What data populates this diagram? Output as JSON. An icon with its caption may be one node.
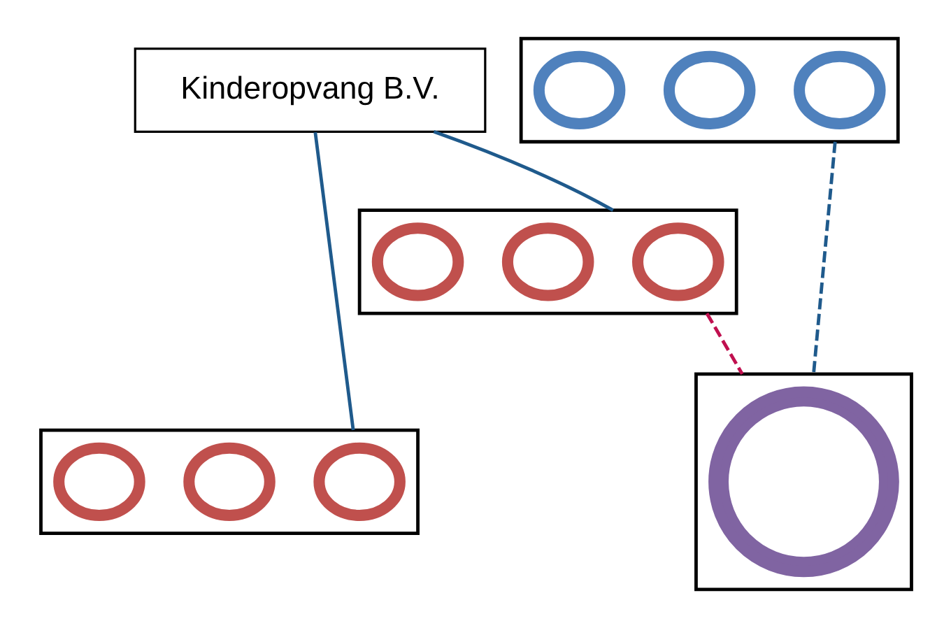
{
  "diagram": {
    "nodes": [
      {
        "text": [
          "Kinderopvang B.V."
        ]
      },
      {
        "text": [],
        "shape": "triangle"
      },
      {
        "text": [],
        "shape": "circle",
        "in": 1
      },
      {
        "text": [],
        "shape": "circle",
        "in": 1
      },
      {
        "text": [],
        "shape": "circle",
        "in": 1
      },
      {
        "text": [],
        "shape": "box"
      },
      {
        "text": [],
        "shape": "circle",
        "in": 5
      },
      {
        "text": [],
        "shape": "circle",
        "in": 5
      },
      {
        "text": [],
        "shape": "circle",
        "in": 5
      },
      {
        "text": [],
        "shape": "box"
      },
      {
        "text": [],
        "shape": "circle",
        "in": 9
      },
      {
        "text": [],
        "shape": "circle",
        "in": 9
      },
      {
        "text": [],
        "shape": "circle",
        "in": 9
      },
      {
        "text": [],
        "shape": "triangle"
      },
      {
        "text": [],
        "shape": "circle",
        "in": 13
      }
    ],
    "edges": [
      {
        "from": 0,
        "to": 5,
        "arrow": "none",
        "color": "#1f5a8c"
      },
      {
        "from": 0,
        "to": 9,
        "arrow": "none",
        "color": "#1f5a8c"
      },
      {
        "from": 1,
        "to": 13,
        "arrow": "none",
        "style": "dashed",
        "color": "#1f5a8c"
      },
      {
        "from": 5,
        "to": 13,
        "arrow": "none",
        "style": "dashed",
        "color": "#c0104f"
      }
    ]
  }
}
